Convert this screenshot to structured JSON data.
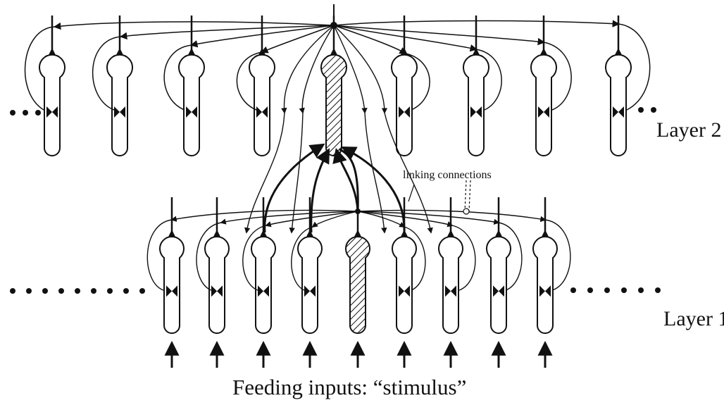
{
  "labels": {
    "layer2": "Layer 2",
    "layer1": "Layer 1",
    "feeding_inputs": "Feeding inputs: “stimulus”",
    "linking_connections": "linking connections"
  },
  "colors": {
    "ink": "#111111",
    "paper": "#ffffff"
  },
  "layer2": {
    "neuron_count": 9,
    "active_index": 4
  },
  "layer1": {
    "neuron_count": 9,
    "active_index": 4
  }
}
